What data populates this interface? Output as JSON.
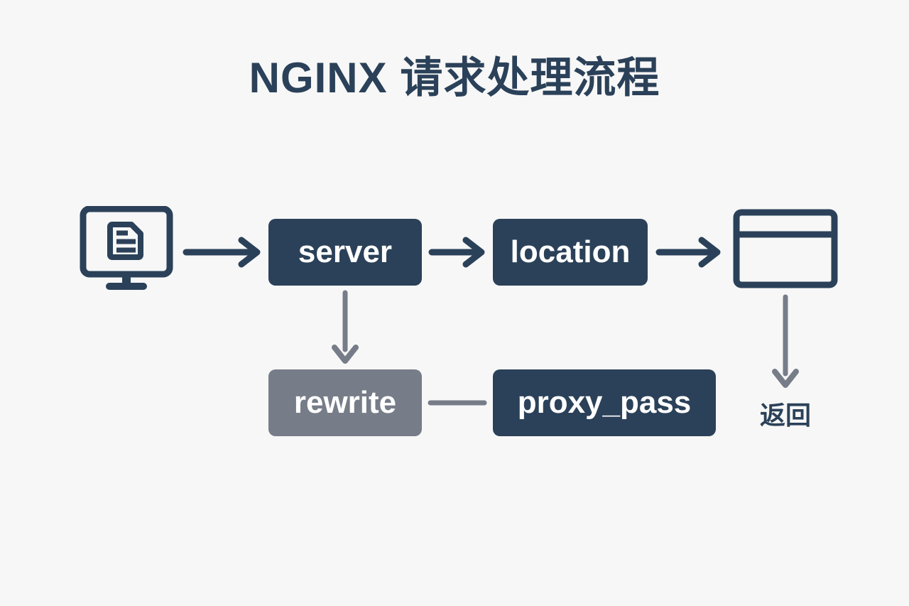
{
  "title": "NGINX 请求处理流程",
  "background_color": "#f7f7f7",
  "colors": {
    "navy": "#2b4159",
    "gray": "#767d88",
    "text_on_box": "#ffffff"
  },
  "nodes": [
    {
      "id": "client",
      "type": "icon",
      "icon": "monitor-document-icon",
      "label": "",
      "color": "#2b4159"
    },
    {
      "id": "server",
      "type": "box",
      "label": "server",
      "color": "#2b4159"
    },
    {
      "id": "location",
      "type": "box",
      "label": "location",
      "color": "#2b4159"
    },
    {
      "id": "browser",
      "type": "icon",
      "icon": "browser-window-icon",
      "label": "",
      "color": "#2b4159"
    },
    {
      "id": "rewrite",
      "type": "box",
      "label": "rewrite",
      "color": "#767d88"
    },
    {
      "id": "proxy_pass",
      "type": "box",
      "label": "proxy_pass",
      "color": "#2b4159"
    }
  ],
  "edges": [
    {
      "id": "client-to-server",
      "from": "client",
      "to": "server",
      "style": "arrow",
      "color": "#2b4159",
      "label": ""
    },
    {
      "id": "server-to-location",
      "from": "server",
      "to": "location",
      "style": "arrow",
      "color": "#2b4159",
      "label": ""
    },
    {
      "id": "location-to-browser",
      "from": "location",
      "to": "browser",
      "style": "arrow",
      "color": "#2b4159",
      "label": ""
    },
    {
      "id": "server-to-rewrite",
      "from": "server",
      "to": "rewrite",
      "style": "arrow",
      "color": "#767d88",
      "label": ""
    },
    {
      "id": "rewrite-to-proxypass",
      "from": "rewrite",
      "to": "proxy_pass",
      "style": "line",
      "color": "#767d88",
      "label": ""
    },
    {
      "id": "browser-to-return",
      "from": "browser",
      "to": "return",
      "style": "arrow",
      "color": "#767d88",
      "label": "返回"
    }
  ],
  "labels": {
    "return": "返回"
  }
}
